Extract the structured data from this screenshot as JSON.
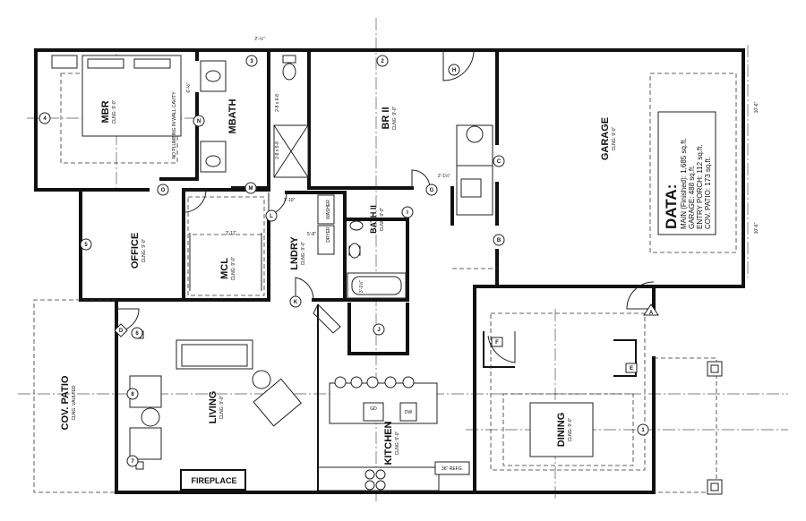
{
  "plan": {
    "rooms": {
      "mbr": {
        "name": "MBR",
        "ceiling": "CLNG: 9'-0\""
      },
      "mbath": {
        "name": "MBATH"
      },
      "br2": {
        "name": "BR II",
        "ceiling": "CLNG: 9'-0\""
      },
      "garage": {
        "name": "GARAGE",
        "ceiling": "CLNG: 9'-0\""
      },
      "office": {
        "name": "OFFICE",
        "ceiling": "CLNG: 9'-0\""
      },
      "mcl": {
        "name": "MCL",
        "ceiling": "CLNG: 9'-0\""
      },
      "lndry": {
        "name": "LNDRY",
        "ceiling": "CLNG: 9'-0\""
      },
      "bath2": {
        "name": "BATH II",
        "ceiling": "CLNG: 9'-0\""
      },
      "living": {
        "name": "LIVING",
        "ceiling": "CLNG: 9'-0\""
      },
      "kitchen": {
        "name": "KITCHEN",
        "ceiling": "CLNG: 9'-0\""
      },
      "dining": {
        "name": "DINING",
        "ceiling": "CLNG: 9'-0\""
      },
      "patio": {
        "name": "COV. PATIO",
        "ceiling": "CLNG: VAULTED"
      }
    },
    "data_box": {
      "heading": "DATA:",
      "lines": [
        "MAIN (Finished): 1,685 sq.ft.",
        "GARAGE: 488 sq.ft.",
        "ENTRY PORCH: 112 sq.ft.",
        "COV. PATIO: 173 sq.ft."
      ]
    },
    "labels": {
      "fireplace": "FIREPLACE",
      "dryer": "DRYER",
      "washer": "WASHER",
      "dw": "DW",
      "gd": "GD",
      "refrig": "36\" REFG.",
      "no_plumbing": "NO PLUMBING IN WALL CAVITY",
      "shower_dim1": "2-8 x 6-8",
      "shower_dim2": "2-8 x 6-8",
      "dim_top": "2'-½\"",
      "dim_mbath": "6'-½\"",
      "dim_closet": "2'-11\"",
      "dim_lndry": "5'-8\"",
      "dim_bath_top": "1'-10\"",
      "dim_bath": "3'-1½\"",
      "dim_garage_top": "10'-6\"",
      "dim_garage_bot": "10'-6\"",
      "dim_door": "2'-1½\""
    },
    "tags": [
      "A",
      "B",
      "C",
      "D",
      "E",
      "F",
      "G",
      "H",
      "I",
      "J",
      "K",
      "L",
      "M",
      "N",
      "O",
      "1",
      "2",
      "3",
      "4",
      "5",
      "6",
      "7",
      "8"
    ]
  }
}
